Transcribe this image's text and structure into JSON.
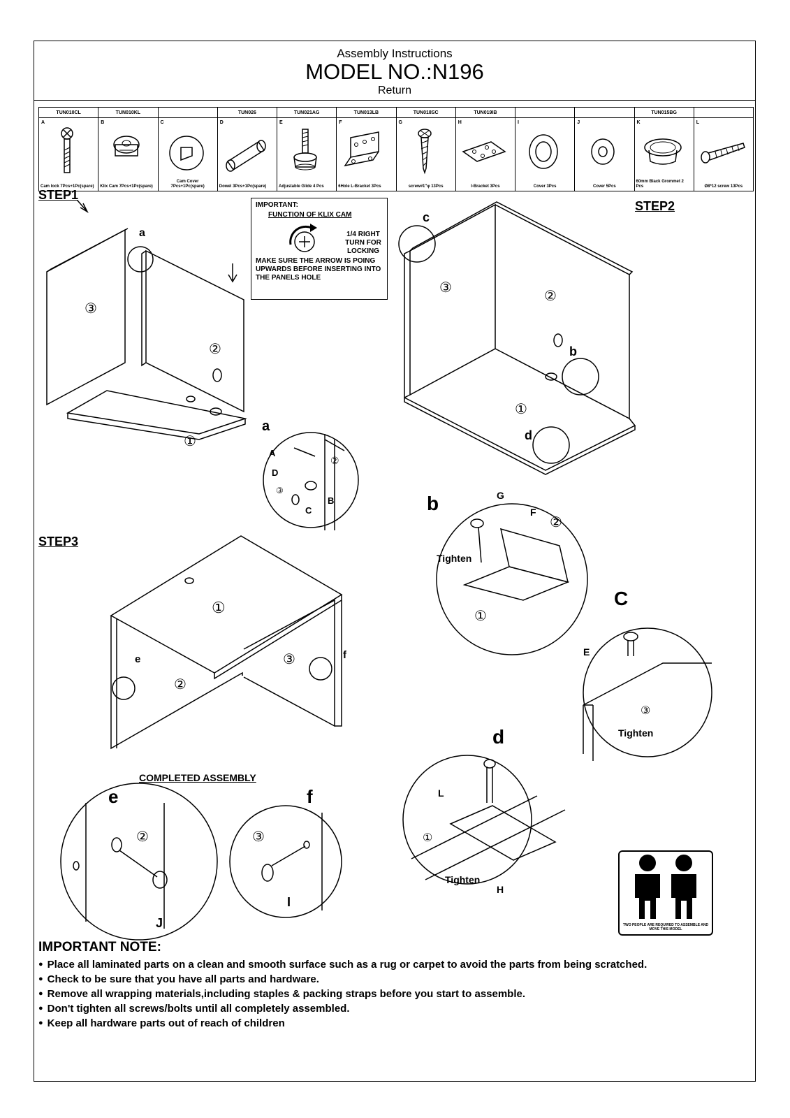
{
  "header": {
    "line1": "Assembly Instructions",
    "model": "MODEL NO.:N196",
    "subtitle": "Return"
  },
  "parts": [
    {
      "code": "TUN010CL",
      "letter": "A",
      "desc": "Cam lock 7Pcs+1Pc(spare)",
      "icon": "cam-lock-icon"
    },
    {
      "code": "TUN010KL",
      "letter": "B",
      "desc": "Klix Cam 7Pcs+1Pc(spare)",
      "icon": "klix-cam-icon"
    },
    {
      "code": "",
      "letter": "C",
      "desc": "Cam Cover 7Pcs+1Pc(spare)",
      "icon": "cam-cover-icon"
    },
    {
      "code": "TUN026",
      "letter": "D",
      "desc": "Dowel 3Pcs+1Pc(spare)",
      "icon": "dowel-icon"
    },
    {
      "code": "TUN021AG",
      "letter": "E",
      "desc": "Adjustable Glide 4 Pcs",
      "icon": "glide-icon"
    },
    {
      "code": "TUN013LB",
      "letter": "F",
      "desc": "6Hole L-Bracket 3Pcs",
      "icon": "l-bracket-icon"
    },
    {
      "code": "TUN018SC",
      "letter": "G",
      "desc": "screw#1\"φ 13Pcs",
      "icon": "wood-screw-icon"
    },
    {
      "code": "TUN019IB",
      "letter": "H",
      "desc": "I-Bracket 3Pcs",
      "icon": "i-bracket-icon"
    },
    {
      "code": "",
      "letter": "I",
      "desc": "Cover 3Pcs",
      "icon": "cover-ring-icon"
    },
    {
      "code": "",
      "letter": "J",
      "desc": "Cover 5Pcs",
      "icon": "cover-cap-icon"
    },
    {
      "code": "TUN015BG",
      "letter": "K",
      "desc": "60mm Black Grommet 2 Pcs",
      "icon": "grommet-icon"
    },
    {
      "code": "",
      "letter": "L",
      "desc": "Ø8*12 screw 13Pcs",
      "icon": "machine-screw-icon"
    }
  ],
  "steps": {
    "step1": "STEP1",
    "step2": "STEP2",
    "step3": "STEP3"
  },
  "important_box": {
    "title": "IMPORTANT:",
    "subtitle": "FUNCTION OF KLIX CAM",
    "rotate": "1/4 RIGHT TURN FOR LOCKING",
    "message": "MAKE SURE THE ARROW IS POING UPWARDS BEFORE INSERTING INTO THE PANELS HOLE"
  },
  "callouts": {
    "a": "a",
    "b": "b",
    "c": "c",
    "C": "C",
    "d": "d",
    "e": "e",
    "f": "f",
    "A": "A",
    "B": "B",
    "Cpart": "C",
    "D": "D",
    "E": "E",
    "F": "F",
    "G": "G",
    "H": "H",
    "I": "I",
    "J": "J",
    "L": "L",
    "n1": "①",
    "n2": "②",
    "n3": "③",
    "tighten": "Tighten"
  },
  "completed": "COMPLETED ASSEMBLY",
  "people_caption": "TWO PEOPLE ARE REQUIRED TO ASSEMBLE AND MOVE THIS MODEL",
  "notes": {
    "heading": "IMPORTANT NOTE:",
    "items": [
      "Place all laminated parts on a clean and smooth surface such as a rug or carpet to avoid the parts from being scratched.",
      "Check to be sure that you have all parts and hardware.",
      "Remove all wrapping materials,including staples & packing straps before you start to assemble.",
      "Don't tighten all screws/bolts until  all completely assembled.",
      "Keep all hardware  parts out of reach of children"
    ]
  }
}
